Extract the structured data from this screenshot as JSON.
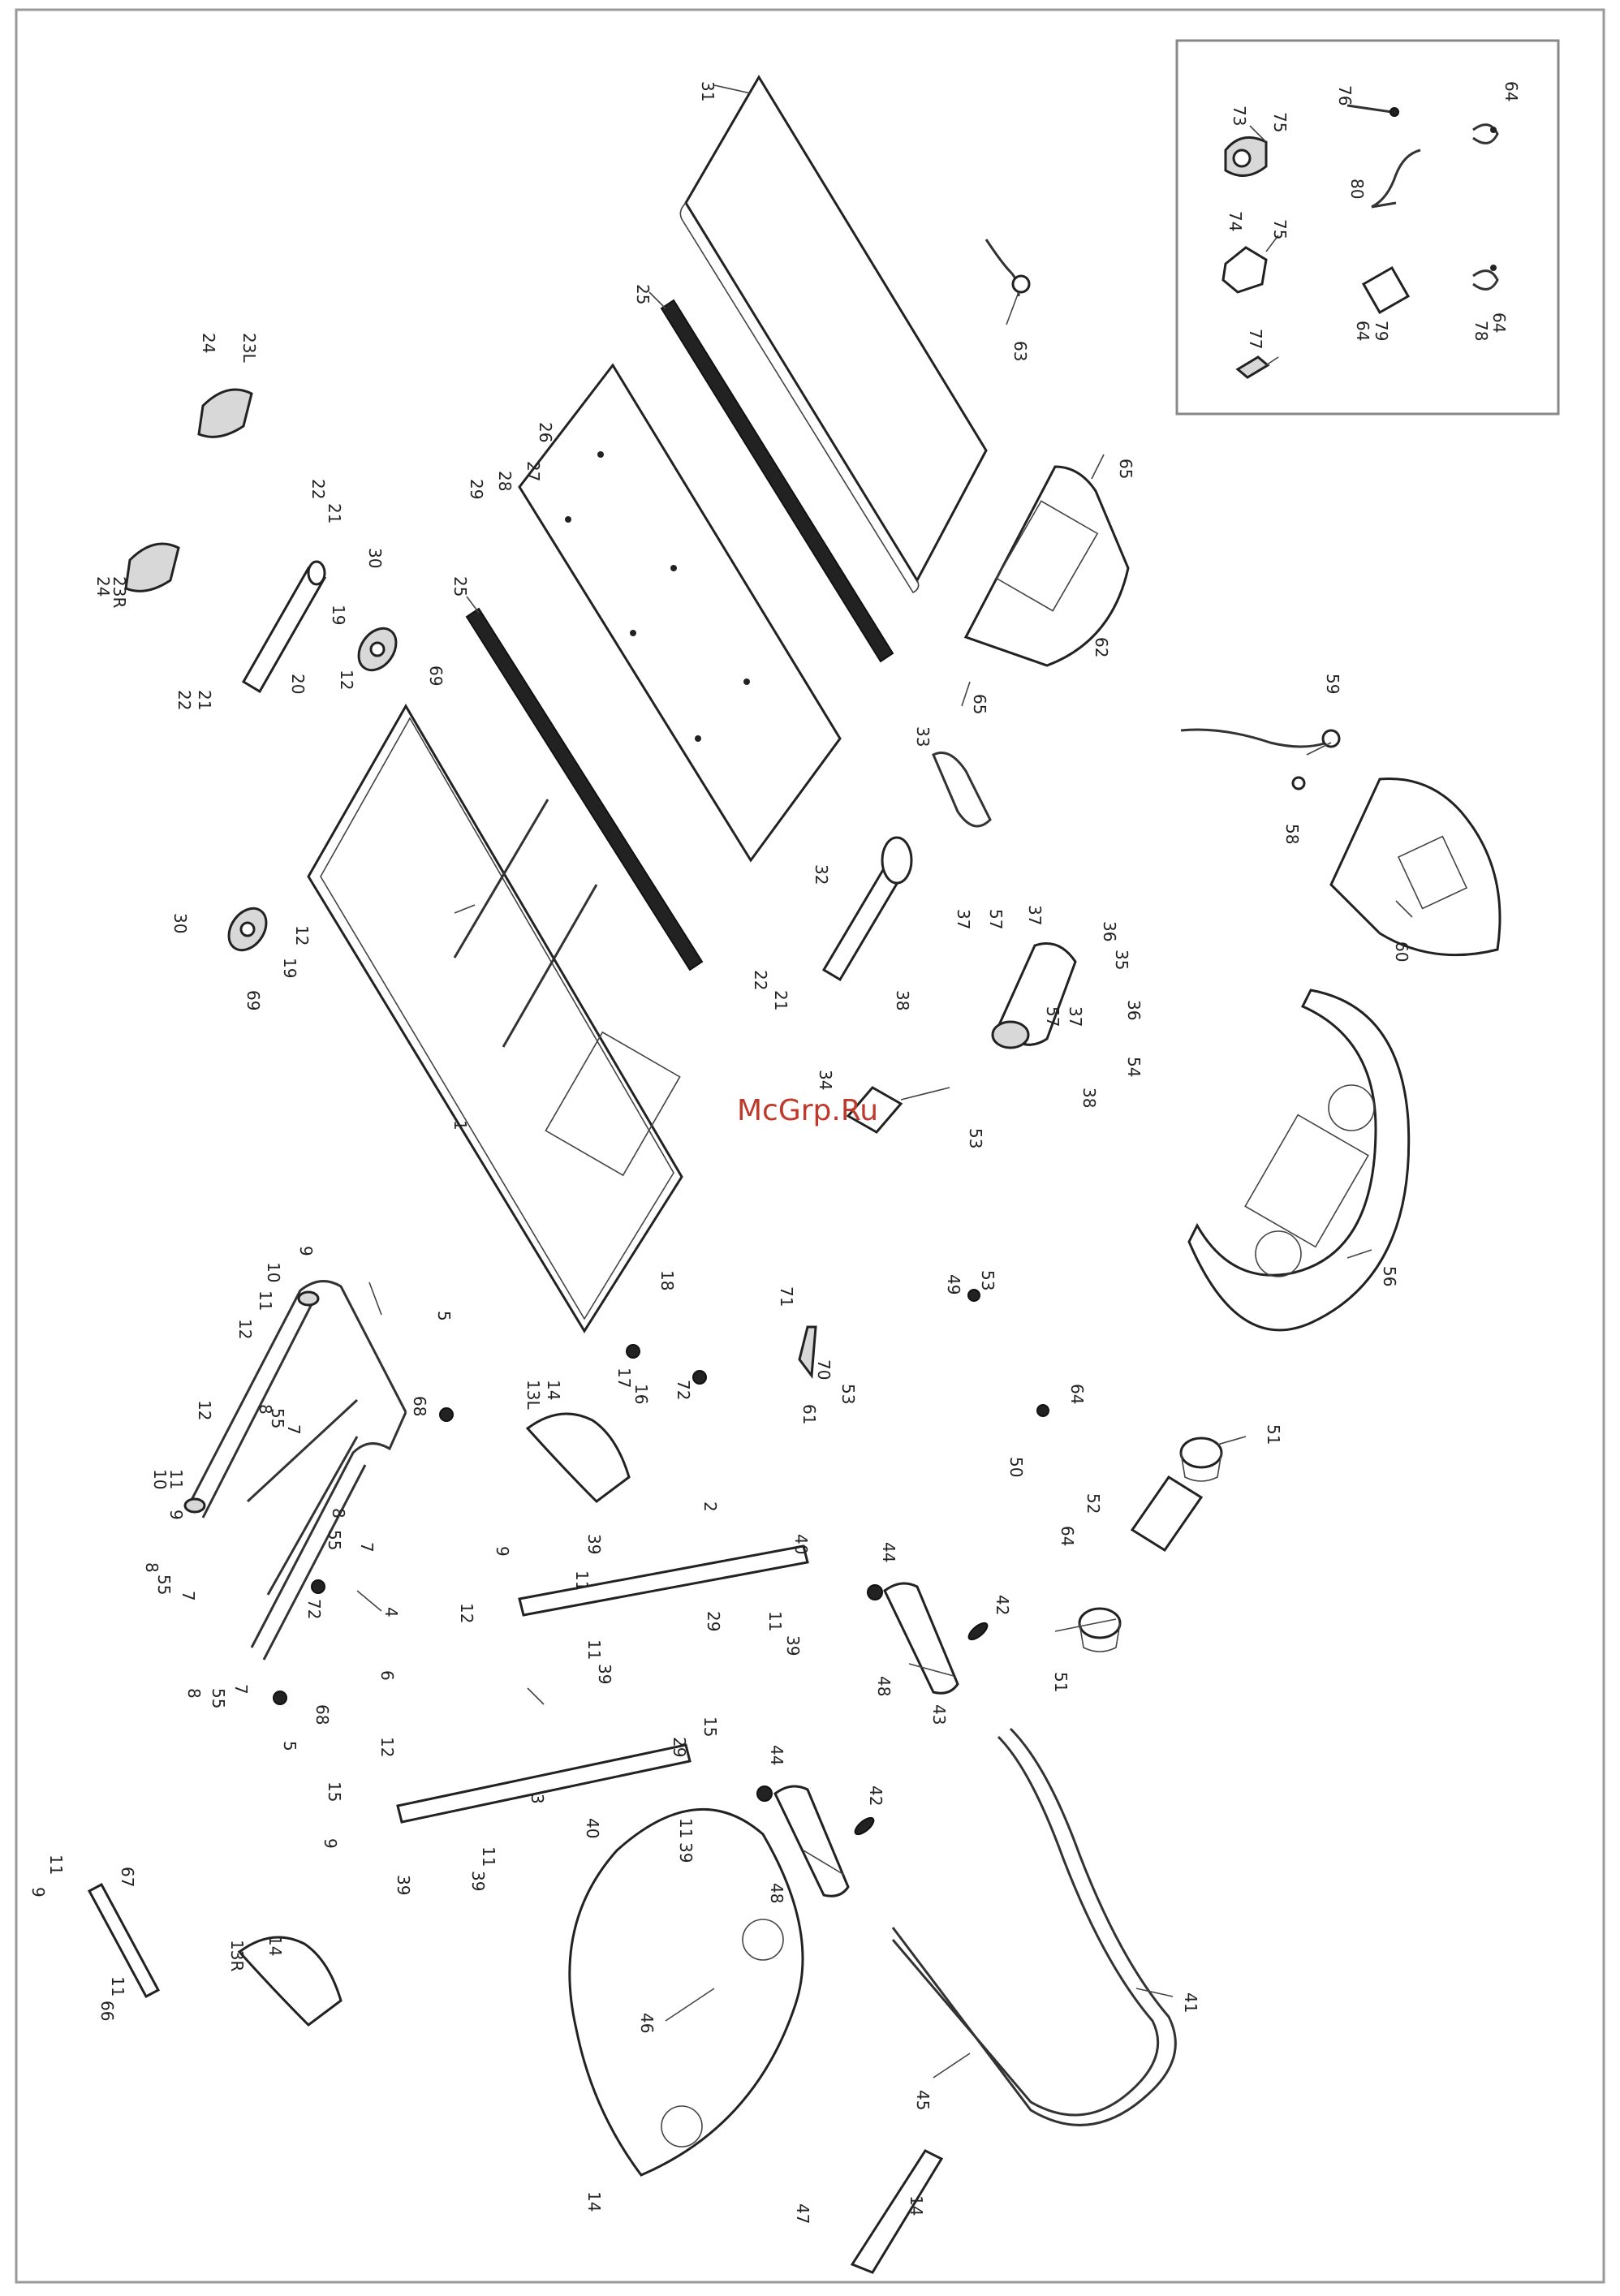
{
  "watermark": "McGrp.Ru",
  "colors": {
    "line": "#222222",
    "watermark": "#c0392b",
    "background": "#ffffff"
  },
  "labels": [
    {
      "id": "l31",
      "text": "31"
    },
    {
      "id": "l25a",
      "text": "25"
    },
    {
      "id": "l25b",
      "text": "25"
    },
    {
      "id": "l26",
      "text": "26"
    },
    {
      "id": "l27",
      "text": "27"
    },
    {
      "id": "l28",
      "text": "28"
    },
    {
      "id": "l29a",
      "text": "29"
    },
    {
      "id": "l63",
      "text": "63"
    },
    {
      "id": "l65a",
      "text": "65"
    },
    {
      "id": "l65b",
      "text": "65"
    },
    {
      "id": "l62",
      "text": "62"
    },
    {
      "id": "l24a",
      "text": "24"
    },
    {
      "id": "l23l",
      "text": "23L"
    },
    {
      "id": "l24b",
      "text": "24"
    },
    {
      "id": "l23r",
      "text": "23R"
    },
    {
      "id": "l22a",
      "text": "22"
    },
    {
      "id": "l21a",
      "text": "21"
    },
    {
      "id": "l22b",
      "text": "22"
    },
    {
      "id": "l21b",
      "text": "21"
    },
    {
      "id": "l20",
      "text": "20"
    },
    {
      "id": "l30a",
      "text": "30"
    },
    {
      "id": "l19a",
      "text": "19"
    },
    {
      "id": "l12a",
      "text": "12"
    },
    {
      "id": "l69a",
      "text": "69"
    },
    {
      "id": "l30b",
      "text": "30"
    },
    {
      "id": "l19b",
      "text": "19"
    },
    {
      "id": "l12b",
      "text": "12"
    },
    {
      "id": "l69b",
      "text": "69"
    },
    {
      "id": "l1",
      "text": "1"
    },
    {
      "id": "l33",
      "text": "33"
    },
    {
      "id": "l32",
      "text": "32"
    },
    {
      "id": "l22c",
      "text": "22"
    },
    {
      "id": "l21c",
      "text": "21"
    },
    {
      "id": "l59",
      "text": "59"
    },
    {
      "id": "l58",
      "text": "58"
    },
    {
      "id": "l60",
      "text": "60"
    },
    {
      "id": "l37a",
      "text": "37"
    },
    {
      "id": "l57a",
      "text": "57"
    },
    {
      "id": "l37b",
      "text": "37"
    },
    {
      "id": "l36a",
      "text": "36"
    },
    {
      "id": "l35",
      "text": "35"
    },
    {
      "id": "l38a",
      "text": "38"
    },
    {
      "id": "l36b",
      "text": "36"
    },
    {
      "id": "l57b",
      "text": "57"
    },
    {
      "id": "l37c",
      "text": "37"
    },
    {
      "id": "l54",
      "text": "54"
    },
    {
      "id": "l38b",
      "text": "38"
    },
    {
      "id": "l34",
      "text": "34"
    },
    {
      "id": "l53a",
      "text": "53"
    },
    {
      "id": "l56",
      "text": "56"
    },
    {
      "id": "l18",
      "text": "18"
    },
    {
      "id": "l17",
      "text": "17"
    },
    {
      "id": "l16",
      "text": "16"
    },
    {
      "id": "l72a",
      "text": "72"
    },
    {
      "id": "l71",
      "text": "71"
    },
    {
      "id": "l70",
      "text": "70"
    },
    {
      "id": "l53b",
      "text": "53"
    },
    {
      "id": "l61",
      "text": "61"
    },
    {
      "id": "l49",
      "text": "49"
    },
    {
      "id": "l53c",
      "text": "53"
    },
    {
      "id": "l64a",
      "text": "64"
    },
    {
      "id": "l50",
      "text": "50"
    },
    {
      "id": "l51a",
      "text": "51"
    },
    {
      "id": "l52",
      "text": "52"
    },
    {
      "id": "l64b",
      "text": "64"
    },
    {
      "id": "l51b",
      "text": "51"
    },
    {
      "id": "l9a",
      "text": "9"
    },
    {
      "id": "l10a",
      "text": "10"
    },
    {
      "id": "l11a",
      "text": "11"
    },
    {
      "id": "l12c",
      "text": "12"
    },
    {
      "id": "l8a",
      "text": "8"
    },
    {
      "id": "l55a",
      "text": "55"
    },
    {
      "id": "l7a",
      "text": "7"
    },
    {
      "id": "l5a",
      "text": "5"
    },
    {
      "id": "l68a",
      "text": "68"
    },
    {
      "id": "l13l",
      "text": "13L"
    },
    {
      "id": "l14a",
      "text": "14"
    },
    {
      "id": "l12d",
      "text": "12"
    },
    {
      "id": "l11b",
      "text": "11"
    },
    {
      "id": "l10b",
      "text": "10"
    },
    {
      "id": "l9b",
      "text": "9"
    },
    {
      "id": "l8b",
      "text": "8"
    },
    {
      "id": "l55b",
      "text": "55"
    },
    {
      "id": "l7b",
      "text": "7"
    },
    {
      "id": "l8c",
      "text": "8"
    },
    {
      "id": "l55c",
      "text": "55"
    },
    {
      "id": "l7c",
      "text": "7"
    },
    {
      "id": "l72b",
      "text": "72"
    },
    {
      "id": "l4",
      "text": "4"
    },
    {
      "id": "l6",
      "text": "6"
    },
    {
      "id": "l8d",
      "text": "8"
    },
    {
      "id": "l55d",
      "text": "55"
    },
    {
      "id": "l7d",
      "text": "7"
    },
    {
      "id": "l68b",
      "text": "68"
    },
    {
      "id": "l5b",
      "text": "5"
    },
    {
      "id": "l9c",
      "text": "9"
    },
    {
      "id": "l39a",
      "text": "39"
    },
    {
      "id": "l11c",
      "text": "11"
    },
    {
      "id": "l2",
      "text": "2"
    },
    {
      "id": "l40a",
      "text": "40"
    },
    {
      "id": "l12e",
      "text": "12"
    },
    {
      "id": "l29b",
      "text": "29"
    },
    {
      "id": "l11d",
      "text": "11"
    },
    {
      "id": "l39b",
      "text": "39"
    },
    {
      "id": "l11e",
      "text": "11"
    },
    {
      "id": "l39c",
      "text": "39"
    },
    {
      "id": "l44a",
      "text": "44"
    },
    {
      "id": "l42a",
      "text": "42"
    },
    {
      "id": "l48a",
      "text": "48"
    },
    {
      "id": "l43",
      "text": "43"
    },
    {
      "id": "l12f",
      "text": "12"
    },
    {
      "id": "l15a",
      "text": "15"
    },
    {
      "id": "l29c",
      "text": "29"
    },
    {
      "id": "l15b",
      "text": "15"
    },
    {
      "id": "l3",
      "text": "3"
    },
    {
      "id": "l9d",
      "text": "9"
    },
    {
      "id": "l40b",
      "text": "40"
    },
    {
      "id": "l11f",
      "text": "11"
    },
    {
      "id": "l39d",
      "text": "39"
    },
    {
      "id": "l11g",
      "text": "11"
    },
    {
      "id": "l39e",
      "text": "39"
    },
    {
      "id": "l39f",
      "text": "39"
    },
    {
      "id": "l44b",
      "text": "44"
    },
    {
      "id": "l42b",
      "text": "42"
    },
    {
      "id": "l48b",
      "text": "48"
    },
    {
      "id": "l11h",
      "text": "11"
    },
    {
      "id": "l9e",
      "text": "9"
    },
    {
      "id": "l67",
      "text": "67"
    },
    {
      "id": "l11i",
      "text": "11"
    },
    {
      "id": "l66",
      "text": "66"
    },
    {
      "id": "l13r",
      "text": "13R"
    },
    {
      "id": "l14b",
      "text": "14"
    },
    {
      "id": "l46",
      "text": "46"
    },
    {
      "id": "l14c",
      "text": "14"
    },
    {
      "id": "l41",
      "text": "41"
    },
    {
      "id": "l45",
      "text": "45"
    },
    {
      "id": "l47",
      "text": "47"
    },
    {
      "id": "l14d",
      "text": "14"
    },
    {
      "id": "l73",
      "text": "73"
    },
    {
      "id": "l75a",
      "text": "75"
    },
    {
      "id": "l76",
      "text": "76"
    },
    {
      "id": "l64c",
      "text": "64"
    },
    {
      "id": "l80",
      "text": "80"
    },
    {
      "id": "l74",
      "text": "74"
    },
    {
      "id": "l75b",
      "text": "75"
    },
    {
      "id": "l77",
      "text": "77"
    },
    {
      "id": "l79",
      "text": "79"
    },
    {
      "id": "l64d",
      "text": "64"
    },
    {
      "id": "l78",
      "text": "78"
    },
    {
      "id": "l64e",
      "text": "64"
    }
  ]
}
